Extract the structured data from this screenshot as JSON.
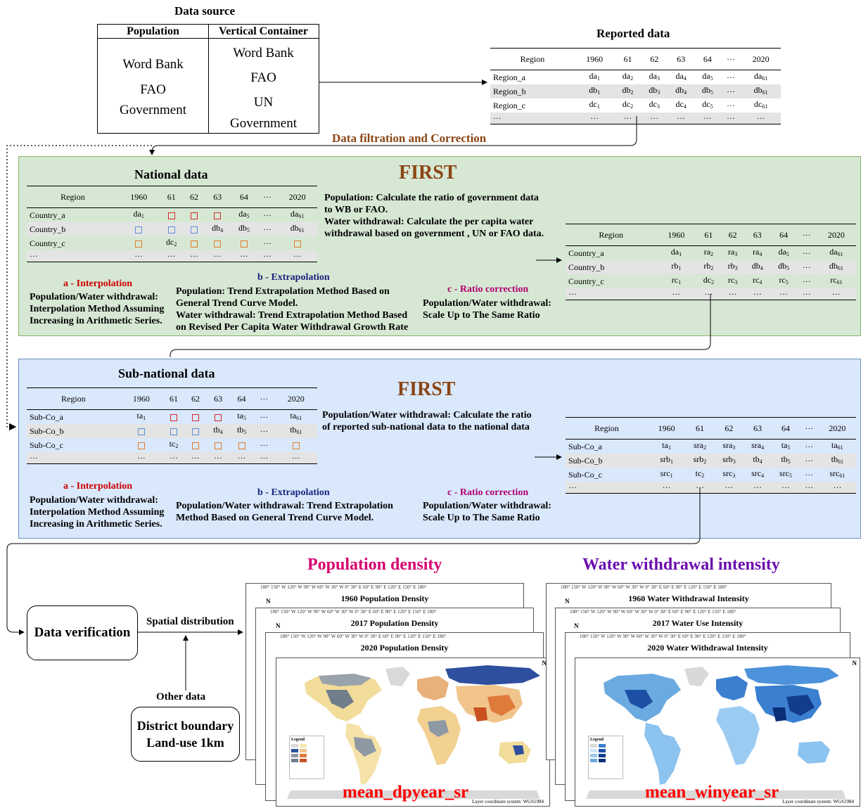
{
  "data_source": {
    "title": "Data source",
    "col1_header": "Population",
    "col1_items": [
      "Word Bank",
      "FAO",
      "Government"
    ],
    "col2_header": "Vertical Container",
    "col2_items": [
      "Word Bank",
      "FAO",
      "UN",
      "Government"
    ]
  },
  "reported": {
    "title": "Reported data",
    "headers": [
      "Region",
      "1960",
      "61",
      "62",
      "63",
      "64",
      "···",
      "2020"
    ],
    "rows": [
      [
        {
          "t": "Region_a"
        },
        {
          "t": "da",
          "s": "1"
        },
        {
          "t": "da",
          "s": "2"
        },
        {
          "t": "da",
          "s": "3"
        },
        {
          "t": "da",
          "s": "4"
        },
        {
          "t": "da",
          "s": "5"
        },
        {
          "t": "···"
        },
        {
          "t": "da",
          "s": "61"
        }
      ],
      [
        {
          "t": "Region_b"
        },
        {
          "t": "db",
          "s": "1"
        },
        {
          "t": "db",
          "s": "2"
        },
        {
          "t": "db",
          "s": "3"
        },
        {
          "t": "db",
          "s": "4"
        },
        {
          "t": "db",
          "s": "5"
        },
        {
          "t": "···"
        },
        {
          "t": "db",
          "s": "61"
        }
      ],
      [
        {
          "t": "Region_c"
        },
        {
          "t": "dc",
          "s": "1"
        },
        {
          "t": "dc",
          "s": "2"
        },
        {
          "t": "dc",
          "s": "3"
        },
        {
          "t": "dc",
          "s": "4"
        },
        {
          "t": "dc",
          "s": "5"
        },
        {
          "t": "···"
        },
        {
          "t": "dc",
          "s": "61"
        }
      ],
      [
        {
          "t": "···"
        },
        {
          "t": "···"
        },
        {
          "t": "···"
        },
        {
          "t": "···"
        },
        {
          "t": "···"
        },
        {
          "t": "···"
        },
        {
          "t": "···"
        },
        {
          "t": "···"
        }
      ]
    ]
  },
  "filtration_label": "Data filtration and Correction",
  "national": {
    "title": "National data",
    "first": "FIRST",
    "headers": [
      "Region",
      "1960",
      "61",
      "62",
      "63",
      "64",
      "···",
      "2020"
    ],
    "rows": [
      [
        {
          "t": "Country_a"
        },
        {
          "t": "da",
          "s": "1"
        },
        {
          "q": "#d62728"
        },
        {
          "q": "#d62728"
        },
        {
          "q": "#d62728"
        },
        {
          "t": "da",
          "s": "5"
        },
        {
          "t": "···"
        },
        {
          "t": "da",
          "s": "61"
        }
      ],
      [
        {
          "t": "Country_b"
        },
        {
          "q": "#5b8fd6"
        },
        {
          "q": "#5b8fd6"
        },
        {
          "q": "#5b8fd6"
        },
        {
          "t": "db",
          "s": "4"
        },
        {
          "t": "db",
          "s": "5"
        },
        {
          "t": "···"
        },
        {
          "t": "db",
          "s": "61"
        }
      ],
      [
        {
          "t": "Country_c"
        },
        {
          "q": "#e07b2a"
        },
        {
          "t": "dc",
          "s": "2"
        },
        {
          "q": "#e07b2a"
        },
        {
          "q": "#e07b2a"
        },
        {
          "q": "#e07b2a"
        },
        {
          "t": "···"
        },
        {
          "q": "#e07b2a"
        }
      ],
      [
        {
          "t": "···"
        },
        {
          "t": "···"
        },
        {
          "t": "···"
        },
        {
          "t": "···"
        },
        {
          "t": "···"
        },
        {
          "t": "···"
        },
        {
          "t": "···"
        },
        {
          "t": "···"
        }
      ]
    ],
    "desc": "Population: Calculate the ratio of government data to WB or FAO.\nWater withdrawal: Calculate the per capita water withdrawal based on government , UN or FAO data.",
    "result_rows": [
      [
        {
          "t": "Country_a"
        },
        {
          "t": "da",
          "s": "1"
        },
        {
          "t": "ra",
          "s": "2"
        },
        {
          "t": "ra",
          "s": "3"
        },
        {
          "t": "ra",
          "s": "4"
        },
        {
          "t": "da",
          "s": "5"
        },
        {
          "t": "···"
        },
        {
          "t": "da",
          "s": "61"
        }
      ],
      [
        {
          "t": "Country_b"
        },
        {
          "t": "rb",
          "s": "1"
        },
        {
          "t": "rb",
          "s": "2"
        },
        {
          "t": "rb",
          "s": "3"
        },
        {
          "t": "db",
          "s": "4"
        },
        {
          "t": "db",
          "s": "5"
        },
        {
          "t": "···"
        },
        {
          "t": "db",
          "s": "61"
        }
      ],
      [
        {
          "t": "Country_c"
        },
        {
          "t": "rc",
          "s": "1"
        },
        {
          "t": "dc",
          "s": "2"
        },
        {
          "t": "rc",
          "s": "3"
        },
        {
          "t": "rc",
          "s": "4"
        },
        {
          "t": "rc",
          "s": "5"
        },
        {
          "t": "···"
        },
        {
          "t": "rc",
          "s": "61"
        }
      ],
      [
        {
          "t": "···"
        },
        {
          "t": "···"
        },
        {
          "t": "···"
        },
        {
          "t": "···"
        },
        {
          "t": "···"
        },
        {
          "t": "···"
        },
        {
          "t": "···"
        },
        {
          "t": "···"
        }
      ]
    ],
    "a_label": "a - Interpolation",
    "a_text": "Population/Water withdrawal:\nInterpolation Method Assuming\nIncreasing in Arithmetic Series.",
    "b_label": "b - Extrapolation",
    "b_text": "Population: Trend Extrapolation Method Based on\nGeneral Trend Curve Model.\nWater withdrawal: Trend Extrapolation Method Based\non Revised Per Capita Water Withdrawal Growth Rate",
    "c_label": "c - Ratio correction",
    "c_text": "Population/Water withdrawal:\nScale Up to The Same Ratio"
  },
  "subnational": {
    "title": "Sub-national data",
    "first": "FIRST",
    "headers": [
      "Region",
      "1960",
      "61",
      "62",
      "63",
      "64",
      "···",
      "2020"
    ],
    "rows": [
      [
        {
          "t": "Sub-Co_a"
        },
        {
          "t": "ta",
          "s": "1"
        },
        {
          "q": "#d62728"
        },
        {
          "q": "#d62728"
        },
        {
          "q": "#d62728"
        },
        {
          "t": "ta",
          "s": "5"
        },
        {
          "t": "···"
        },
        {
          "t": "ta",
          "s": "61"
        }
      ],
      [
        {
          "t": "Sub-Co_b"
        },
        {
          "q": "#5b8fd6"
        },
        {
          "q": "#5b8fd6"
        },
        {
          "q": "#5b8fd6"
        },
        {
          "t": "tb",
          "s": "4"
        },
        {
          "t": "tb",
          "s": "5"
        },
        {
          "t": "···"
        },
        {
          "t": "tb",
          "s": "61"
        }
      ],
      [
        {
          "t": "Sub-Co_c"
        },
        {
          "q": "#e07b2a"
        },
        {
          "t": "tc",
          "s": "2"
        },
        {
          "q": "#e07b2a"
        },
        {
          "q": "#e07b2a"
        },
        {
          "q": "#e07b2a"
        },
        {
          "t": "···"
        },
        {
          "q": "#e07b2a"
        }
      ],
      [
        {
          "t": "···"
        },
        {
          "t": "···"
        },
        {
          "t": "···"
        },
        {
          "t": "···"
        },
        {
          "t": "···"
        },
        {
          "t": "···"
        },
        {
          "t": "···"
        },
        {
          "t": "···"
        }
      ]
    ],
    "desc": "Population/Water withdrawal: Calculate the ratio\nof reported sub-national data to the national data",
    "result_rows": [
      [
        {
          "t": "Sub-Co_a"
        },
        {
          "t": "ta",
          "s": "1"
        },
        {
          "t": "sra",
          "s": "2"
        },
        {
          "t": "sra",
          "s": "3"
        },
        {
          "t": "sra",
          "s": "4"
        },
        {
          "t": "ta",
          "s": "5"
        },
        {
          "t": "···"
        },
        {
          "t": "ta",
          "s": "61"
        }
      ],
      [
        {
          "t": "Sub-Co_b"
        },
        {
          "t": "srb",
          "s": "1"
        },
        {
          "t": "srb",
          "s": "2"
        },
        {
          "t": "srb",
          "s": "3"
        },
        {
          "t": "tb",
          "s": "4"
        },
        {
          "t": "tb",
          "s": "5"
        },
        {
          "t": "···"
        },
        {
          "t": "tb",
          "s": "61"
        }
      ],
      [
        {
          "t": "Sub-Co_c"
        },
        {
          "t": "src",
          "s": "1"
        },
        {
          "t": "tc",
          "s": "2"
        },
        {
          "t": "src",
          "s": "3"
        },
        {
          "t": "src",
          "s": "4"
        },
        {
          "t": "src",
          "s": "5"
        },
        {
          "t": "···"
        },
        {
          "t": "src",
          "s": "61"
        }
      ],
      [
        {
          "t": "···"
        },
        {
          "t": "···"
        },
        {
          "t": "···"
        },
        {
          "t": "···"
        },
        {
          "t": "···"
        },
        {
          "t": "···"
        },
        {
          "t": "···"
        },
        {
          "t": "···"
        }
      ]
    ],
    "a_label": "a - Interpolation",
    "a_text": "Population/Water withdrawal:\nInterpolation Method Assuming\nIncreasing in Arithmetic Series.",
    "b_label": "b - Extrapolation",
    "b_text": "Population/Water withdrawal: Trend Extrapolation\nMethod Based on General Trend Curve Model.",
    "c_label": "c - Ratio correction",
    "c_text": "Population/Water withdrawal:\nScale Up to The Same Ratio"
  },
  "bottom": {
    "verification": "Data verification",
    "spatial": "Spatial distribution",
    "other_data": "Other data",
    "district": "District boundary",
    "landuse": "Land-use 1km",
    "pop_title": "Population density",
    "water_title": "Water withdrawal intensity",
    "pop_maps": [
      "1960 Population Density",
      "2017 Population Density",
      "2020 Population Density"
    ],
    "water_maps": [
      "1960 Water Withdrawal Intensity",
      "2017 Water Use Intensity",
      "2020 Water Withdrawal Intensity"
    ],
    "pop_code": "mean_dpyear_sr",
    "water_code": "mean_winyear_sr",
    "axis_ticks": "180°    150° W    120° W    90° W    60° W    30° W    0°    30° E    60° E    90° E    120° E    150° E    180°",
    "coord_note": "Layer coordinate system: WGS1984",
    "legend_label": "Legend",
    "north": "N"
  },
  "colors": {
    "first": "#8b4513",
    "filtration": "#8b4513",
    "pop_title": "#d6006f",
    "water_title": "#6a0dad",
    "code": "#ff0000",
    "green_panel": "#d6e8d4",
    "blue_panel": "#dae8fc"
  }
}
